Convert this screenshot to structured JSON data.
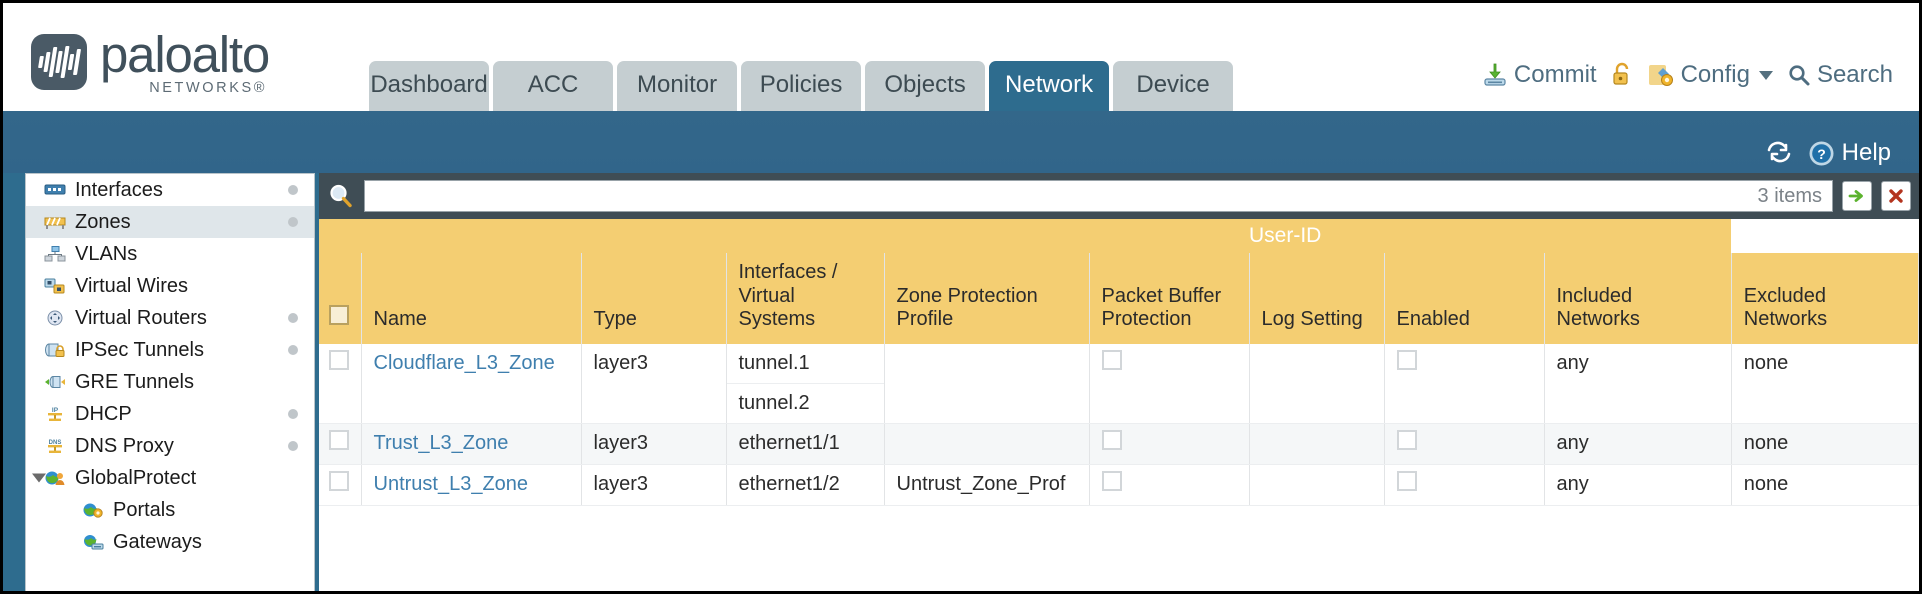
{
  "brand": {
    "name": "paloalto",
    "sub": "NETWORKS®"
  },
  "tabs": [
    {
      "label": "Dashboard",
      "active": false
    },
    {
      "label": "ACC",
      "active": false
    },
    {
      "label": "Monitor",
      "active": false
    },
    {
      "label": "Policies",
      "active": false
    },
    {
      "label": "Objects",
      "active": false
    },
    {
      "label": "Network",
      "active": true
    },
    {
      "label": "Device",
      "active": false
    }
  ],
  "top_actions": {
    "commit": "Commit",
    "lock_icon": "unlocked-padlock-icon",
    "config": "Config",
    "search": "Search"
  },
  "blueband": {
    "refresh_icon": "refresh-icon",
    "help": "Help"
  },
  "sidebar": {
    "items": [
      {
        "label": "Interfaces",
        "icon": "interfaces-icon",
        "selected": false,
        "dot": true,
        "child": false,
        "expander": false
      },
      {
        "label": "Zones",
        "icon": "zones-icon",
        "selected": true,
        "dot": true,
        "child": false,
        "expander": false
      },
      {
        "label": "VLANs",
        "icon": "vlans-icon",
        "selected": false,
        "dot": false,
        "child": false,
        "expander": false
      },
      {
        "label": "Virtual Wires",
        "icon": "virtual-wires-icon",
        "selected": false,
        "dot": false,
        "child": false,
        "expander": false
      },
      {
        "label": "Virtual Routers",
        "icon": "virtual-routers-icon",
        "selected": false,
        "dot": true,
        "child": false,
        "expander": false
      },
      {
        "label": "IPSec Tunnels",
        "icon": "ipsec-tunnels-icon",
        "selected": false,
        "dot": true,
        "child": false,
        "expander": false
      },
      {
        "label": "GRE Tunnels",
        "icon": "gre-tunnels-icon",
        "selected": false,
        "dot": false,
        "child": false,
        "expander": false
      },
      {
        "label": "DHCP",
        "icon": "dhcp-icon",
        "selected": false,
        "dot": true,
        "child": false,
        "expander": false
      },
      {
        "label": "DNS Proxy",
        "icon": "dns-proxy-icon",
        "selected": false,
        "dot": true,
        "child": false,
        "expander": false
      },
      {
        "label": "GlobalProtect",
        "icon": "globalprotect-icon",
        "selected": false,
        "dot": false,
        "child": false,
        "expander": true
      },
      {
        "label": "Portals",
        "icon": "portals-icon",
        "selected": false,
        "dot": false,
        "child": true,
        "expander": false
      },
      {
        "label": "Gateways",
        "icon": "gateways-icon",
        "selected": false,
        "dot": false,
        "child": true,
        "expander": false
      }
    ]
  },
  "search": {
    "icon": "search-magnifier-icon",
    "value": "",
    "placeholder": "",
    "item_count": "3 items",
    "apply_icon": "green-arrow-apply-icon",
    "clear_icon": "red-x-clear-icon"
  },
  "table": {
    "group_header": "User-ID",
    "columns": [
      "Name",
      "Type",
      "Interfaces / Virtual Systems",
      "Zone Protection Profile",
      "Packet Buffer Protection",
      "Log Setting",
      "Enabled",
      "Included Networks",
      "Excluded Networks"
    ],
    "rows": [
      {
        "name": "Cloudflare_L3_Zone",
        "type": "layer3",
        "interfaces": [
          "tunnel.1",
          "tunnel.2"
        ],
        "zone_protection_profile": "",
        "packet_buffer_protection": false,
        "log_setting": "",
        "enabled": false,
        "included_networks": "any",
        "excluded_networks": "none",
        "alt": false
      },
      {
        "name": "Trust_L3_Zone",
        "type": "layer3",
        "interfaces": [
          "ethernet1/1"
        ],
        "zone_protection_profile": "",
        "packet_buffer_protection": false,
        "log_setting": "",
        "enabled": false,
        "included_networks": "any",
        "excluded_networks": "none",
        "alt": true
      },
      {
        "name": "Untrust_L3_Zone",
        "type": "layer3",
        "interfaces": [
          "ethernet1/2"
        ],
        "zone_protection_profile": "Untrust_Zone_Prof",
        "packet_buffer_protection": false,
        "log_setting": "",
        "enabled": false,
        "included_networks": "any",
        "excluded_networks": "none",
        "alt": false
      }
    ]
  },
  "colors": {
    "accent_blue": "#2e6c8e",
    "band_blue": "#33678a",
    "header_amber": "#f4ce72",
    "group_amber": "#e0ae3f",
    "tab_gray": "#c5ced1",
    "link_blue": "#3f7fae",
    "dark_slate": "#3f4d55"
  }
}
